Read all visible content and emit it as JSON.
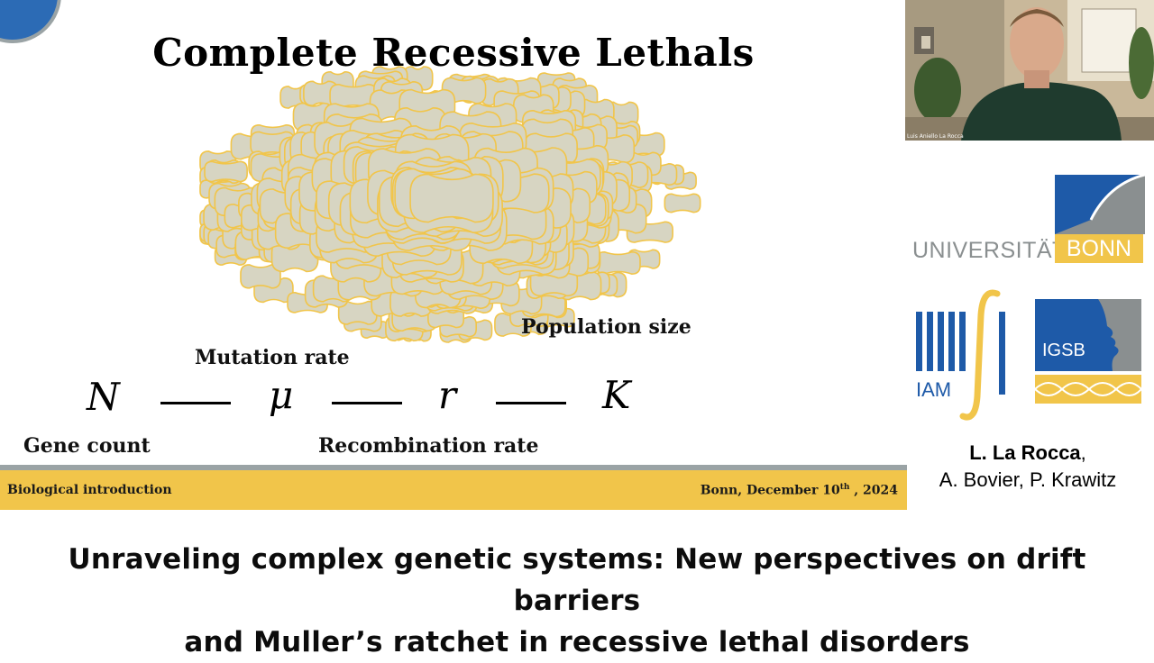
{
  "slide": {
    "title": "Complete Recessive Lethals",
    "labels": {
      "population_size": "Population size",
      "mutation_rate": "Mutation rate",
      "gene_count": "Gene count",
      "recombination_rate": "Recombination rate"
    },
    "variables": {
      "n": "N",
      "mu": "μ",
      "r": "r",
      "k": "K"
    },
    "footer": {
      "section": "Biological introduction",
      "date_prefix": "Bonn, December 10",
      "date_sup": "th",
      "date_suffix": " , 2024"
    }
  },
  "sidebar": {
    "webcam_name": "Luis Aniello La Rocca",
    "university": {
      "left": "UNIVERSITÄT",
      "right": "BONN"
    },
    "iam_label": "IAM",
    "igsb_label": "IGSB",
    "authors": {
      "lead": "L. La Rocca",
      "lead_suffix": ",",
      "others": "A. Bovier, P. Krawitz"
    }
  },
  "caption": {
    "line1": "Unraveling complex genetic systems: New perspectives on drift barriers",
    "line2": "and Muller’s ratchet in recessive lethal disorders"
  },
  "colors": {
    "accent_yellow": "#f1c54a",
    "bonn_blue": "#1e5aa8",
    "cell_fill": "#d7d5c2",
    "cell_stroke": "#f1c54a"
  }
}
